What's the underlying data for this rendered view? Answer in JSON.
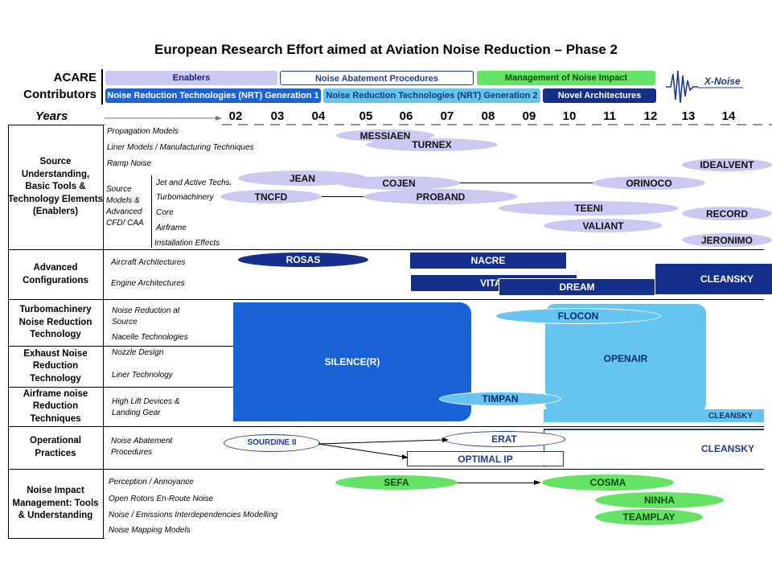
{
  "title": "European Research Effort aimed at Aviation Noise Reduction – Phase 2",
  "acare_label_1": "ACARE",
  "acare_label_2": "Contributors",
  "legend": {
    "enablers": "Enablers",
    "nap": "Noise Abatement Procedures",
    "mni": "Management of Noise Impact",
    "nrt1": "Noise Reduction Technologies (NRT) Generation 1",
    "nrt2": "Noise Reduction Technologies (NRT) Generation 2",
    "novel": "Novel Architectures"
  },
  "logo_text": "X-Noise",
  "years_label": "Years",
  "years": [
    "02",
    "03",
    "04",
    "05",
    "06",
    "07",
    "08",
    "09",
    "10",
    "11",
    "12",
    "13",
    "14"
  ],
  "categories": {
    "enablers": "Source Understanding, Basic Tools & Technology Elements (Enablers)",
    "advanced": "Advanced Configurations",
    "turbo": "Turbomachinery Noise Reduction Technology",
    "exhaust": "Exhaust Noise Reduction Technology",
    "airframe": "Airframe noise Reduction Techniques",
    "operational": "Operational Practices",
    "impact": "Noise Impact Management: Tools & Understanding"
  },
  "subtopics": {
    "propagation": "Propagation Models",
    "liner_models": "Liner Models / Manufacturing Techniques",
    "ramp": "Ramp Noise",
    "source_models": "Source Models & Advanced CFD/ CAA",
    "jet": "Jet and Active Techs.",
    "turbomachinery": "Turbomachinery",
    "core": "Core",
    "airframe": "Airframe",
    "installation": "Installation Effects",
    "aircraft_arch": "Aircraft Architectures",
    "engine_arch": "Engine Architectures",
    "nr_source": "Noise Reduction at Source",
    "nacelle": "Nacelle Technologies",
    "nozzle": "Nozzle Design",
    "liner_tech": "Liner Technology",
    "high_lift": "High Lift Devices & Landing Gear",
    "nap": "Noise Abatement Procedures",
    "perception": "Perception / Annoyance",
    "open_rotors": "Open Rotors En-Route Noise",
    "interdep": "Noise / Emissions Interdependencies Modelling",
    "mapping": "Noise Mapping  Models"
  },
  "projects": {
    "messiaen": "MESSIAEN",
    "turnex": "TURNEX",
    "idealvent": "IDEALVENT",
    "jean": "JEAN",
    "cojen": "COJEN",
    "orinoco": "ORINOCO",
    "tncfd": "TNCFD",
    "proband": "PROBAND",
    "teeni": "TEENI",
    "record": "RECORD",
    "valiant": "VALIANT",
    "jeronimo": "JERONIMO",
    "rosas": "ROSAS",
    "nacre": "NACRE",
    "vital": "VITAL",
    "dream": "DREAM",
    "cleansky1": "CLEANSKY",
    "silence": "SILENCE(R)",
    "flocon": "FLOCON",
    "openair": "OPENAIR",
    "timpan": "TIMPAN",
    "cleansky2": "CLEANSKY",
    "sourdine": "SOURDINE II",
    "erat": "ERAT",
    "optimal": "OPTIMAL IP",
    "cleansky3": "CLEANSKY",
    "sefa": "SEFA",
    "cosma": "COSMA",
    "ninha": "NINHA",
    "teamplay": "TEAMPLAY"
  },
  "colors": {
    "enablers": "#c9c9f2",
    "nap_border": "#1f3b99",
    "mni": "#66e266",
    "nrt1": "#1a63d6",
    "nrt2": "#66c4f0",
    "novel": "#14308a"
  }
}
